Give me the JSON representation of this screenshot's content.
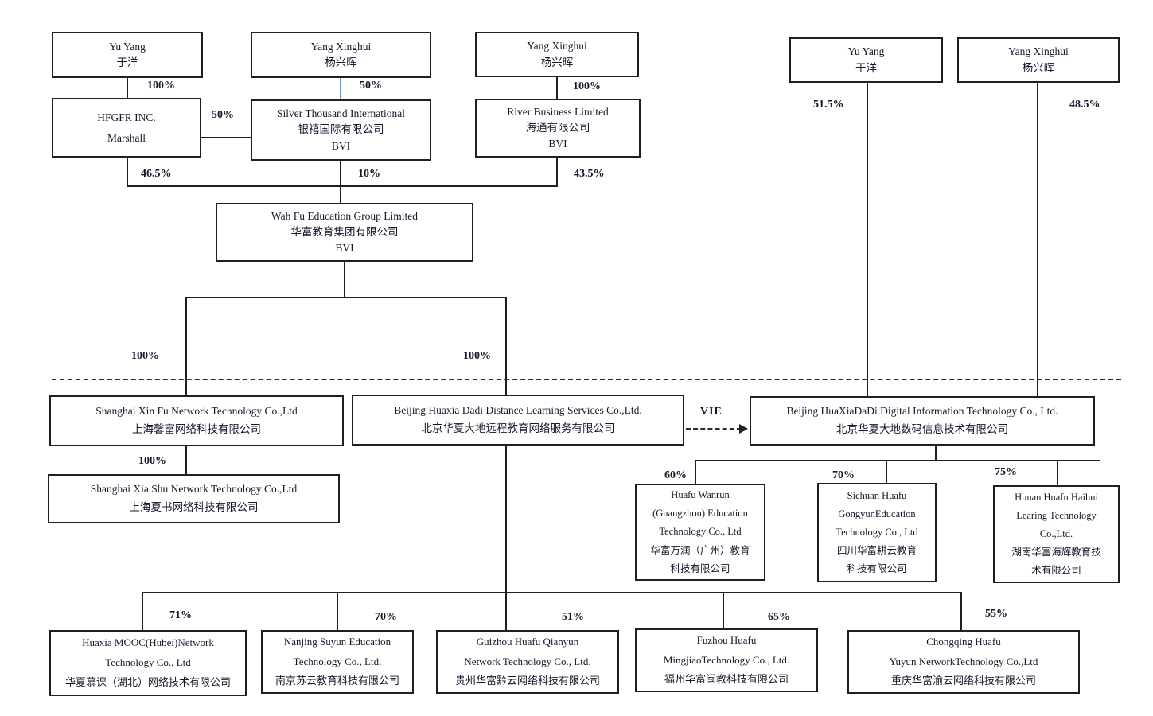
{
  "nodes": {
    "yu_yang_1": {
      "lines": [
        "Yu Yang",
        "于洋"
      ]
    },
    "yang_xinghui_1": {
      "lines": [
        "Yang Xinghui",
        "杨兴晖"
      ]
    },
    "yang_xinghui_2": {
      "lines": [
        "Yang Xinghui",
        "杨兴晖"
      ]
    },
    "yu_yang_2": {
      "lines": [
        "Yu Yang",
        "于洋"
      ]
    },
    "yang_xinghui_3": {
      "lines": [
        "Yang Xinghui",
        "杨兴晖"
      ]
    },
    "hfgfr": {
      "lines": [
        "HFGFR INC.",
        "Marshall"
      ]
    },
    "silver_thousand": {
      "lines": [
        "Silver Thousand International",
        "银禧国际有限公司",
        "BVI"
      ]
    },
    "river_business": {
      "lines": [
        "River Business Limited",
        "海通有限公司",
        "BVI"
      ]
    },
    "wah_fu": {
      "lines": [
        "Wah Fu Education Group Limited",
        "华富教育集团有限公司",
        "BVI"
      ]
    },
    "shanghai_xinfu": {
      "lines": [
        "Shanghai Xin Fu Network Technology Co.,Ltd",
        "上海馨富网络科技有限公司"
      ]
    },
    "dadi_distance": {
      "lines": [
        "Beijing Huaxia Dadi Distance Learning Services Co.,Ltd.",
        "北京华夏大地远程教育网络服务有限公司"
      ]
    },
    "dadi_digital": {
      "lines": [
        "Beijing HuaXiaDaDi Digital Information Technology Co., Ltd.",
        "北京华夏大地数码信息技术有限公司"
      ]
    },
    "shanghai_xiashu": {
      "lines": [
        "Shanghai Xia Shu Network Technology Co.,Ltd",
        "上海夏书网络科技有限公司"
      ]
    },
    "huafu_wanrun": {
      "lines": [
        "Huafu Wanrun",
        "(Guangzhou) Education",
        "Technology Co., Ltd",
        "华富万润（广州）教育",
        "科技有限公司"
      ]
    },
    "sichuan_huafu": {
      "lines": [
        "Sichuan Huafu",
        "GongyunEducation",
        "Technology Co., Ltd",
        "四川华富耕云教育",
        "科技有限公司"
      ]
    },
    "hunan_huafu": {
      "lines": [
        "Hunan Huafu Haihui",
        "Learing Technology",
        "Co.,Ltd.",
        "湖南华富海辉教育技",
        "术有限公司"
      ]
    },
    "huaxia_mooc": {
      "lines": [
        "Huaxia MOOC(Hubei)Network",
        "Technology Co., Ltd",
        "华夏慕课（湖北）网络技术有限公司"
      ]
    },
    "nanjing_suyun": {
      "lines": [
        "Nanjing Suyun Education",
        "Technology Co., Ltd.",
        "南京苏云教育科技有限公司"
      ]
    },
    "guizhou_huafu": {
      "lines": [
        "Guizhou Huafu Qianyun",
        "Network Technology Co., Ltd.",
        "贵州华富黔云网络科技有限公司"
      ]
    },
    "fuzhou_huafu": {
      "lines": [
        "Fuzhou Huafu",
        "MingjiaoTechnology Co., Ltd.",
        "福州华富闽教科技有限公司"
      ]
    },
    "chongqing_huafu": {
      "lines": [
        "Chongqing Huafu",
        "Yuyun NetworkTechnology Co.,Ltd",
        "重庆华富渝云网络科技有限公司"
      ]
    }
  },
  "ownership": {
    "yuyang1_hfgfr": "100%",
    "yangxinghui1_silver": "50%",
    "yangxinghui2_river": "100%",
    "hfgfr_silver": "50%",
    "hfgfr_wahfu": "46.5%",
    "silver_wahfu": "10%",
    "river_wahfu": "43.5%",
    "wahfu_xinfu": "100%",
    "wahfu_dadi_distance": "100%",
    "xinfu_xiashu": "100%",
    "yuyang2_digital": "51.5%",
    "yangxinghui3_digital": "48.5%",
    "digital_wanrun": "60%",
    "digital_sichuan": "70%",
    "digital_hunan": "75%",
    "distance_mooc": "71%",
    "distance_nanjing": "70%",
    "distance_guizhou": "51%",
    "distance_fuzhou": "65%",
    "distance_chongqing": "55%"
  },
  "vie": {
    "label": "VIE"
  },
  "colors": {
    "line": "#1f1f1f",
    "text": "#16162c",
    "accent_line": "#5b9bd5"
  }
}
